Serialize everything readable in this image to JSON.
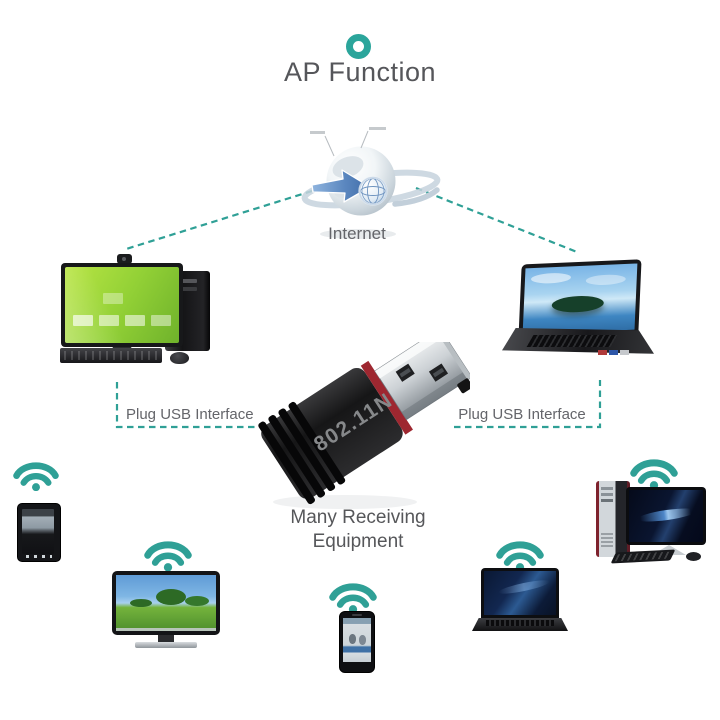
{
  "colors": {
    "accent_teal": "#2ba59b",
    "title_text": "#55565a",
    "label_text": "#64656a",
    "screen_green": "#93d136",
    "screen_blue": "#79b4e6"
  },
  "header": {
    "icon": "ring-icon",
    "title": "AP Function"
  },
  "internet": {
    "icon": "internet-globe-icon",
    "label": "Internet"
  },
  "labels": {
    "plug_left": "Plug USB Interface",
    "plug_right": "Plug USB Interface",
    "receiving_caption": "Many Receiving Equipment"
  },
  "adapter": {
    "icon": "usb-wifi-adapter",
    "model": "802.11N"
  },
  "devices": {
    "top_left": {
      "icon": "desktop-computer"
    },
    "top_right": {
      "icon": "laptop-computer"
    },
    "bottom": [
      {
        "icon": "tablet",
        "signal": "wifi-signal-icon"
      },
      {
        "icon": "television",
        "signal": "wifi-signal-icon"
      },
      {
        "icon": "smartphone",
        "signal": "wifi-signal-icon"
      },
      {
        "icon": "laptop-computer",
        "signal": "wifi-signal-icon"
      },
      {
        "icon": "desktop-computer",
        "signal": "wifi-signal-icon"
      }
    ]
  }
}
